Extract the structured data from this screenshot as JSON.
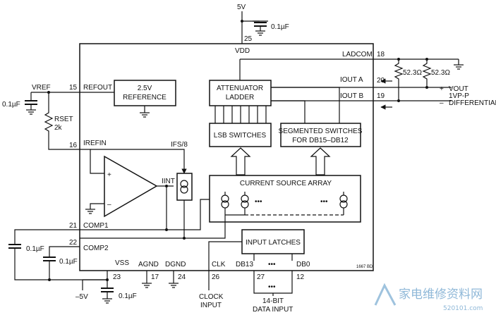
{
  "supply": {
    "vdd_voltage": "5V",
    "vdd_cap": "0.1µF",
    "vdd_pin": "25",
    "vdd_label": "VDD"
  },
  "pins": {
    "refout": "15",
    "refin": "16",
    "comp1": "21",
    "comp2": "22",
    "vss": "23",
    "agnd": "17",
    "dgnd": "24",
    "clk": "26",
    "db13": "27",
    "db0": "12",
    "ladcom": "18",
    "iouta": "20",
    "ioutb": "19"
  },
  "labels": {
    "refout": "REFOUT",
    "vref": "VREF",
    "vref_cap": "0.1µF",
    "rset": "RSET",
    "rset_value": "2k",
    "irefin": "IREFIN",
    "ifs8": "IFS/8",
    "iint": "IINT",
    "comp1": "COMP1",
    "comp2": "COMP2",
    "comp1_cap": "0.1µF",
    "comp2_cap": "0.1µF",
    "vss": "VSS",
    "vss_voltage": "–5V",
    "vss_cap": "0.1µF",
    "agnd": "AGND",
    "dgnd": "DGND",
    "clk": "CLK",
    "db13": "DB13",
    "db0": "DB0",
    "ladcom": "LADCOM",
    "iouta": "IOUT A",
    "ioutb": "IOUT B",
    "res_a": "52.3Ω",
    "res_b": "52.3Ω",
    "plus": "+",
    "minus": "–",
    "vout": "VOUT",
    "vpp": "1VP-P",
    "differential": "DIFFERENTIAL",
    "clock_input": [
      "CLOCK",
      "INPUT"
    ],
    "data_input": [
      "14-BIT",
      "DATA INPUT"
    ],
    "opamp_plus": "+",
    "opamp_minus": "–",
    "ellipsis": "•••",
    "part_code": "1667 BD"
  },
  "blocks": {
    "reference": [
      "2.5V",
      "REFERENCE"
    ],
    "attenuator": [
      "ATTENUATOR",
      "LADDER"
    ],
    "lsb": "LSB SWITCHES",
    "segmented": [
      "SEGMENTED SWITCHES",
      "FOR DB15–DB12"
    ],
    "csa": "CURRENT SOURCE ARRAY",
    "latches": "INPUT LATCHES"
  },
  "watermark": {
    "text": "家电维修资料网",
    "url": "520101.com"
  }
}
